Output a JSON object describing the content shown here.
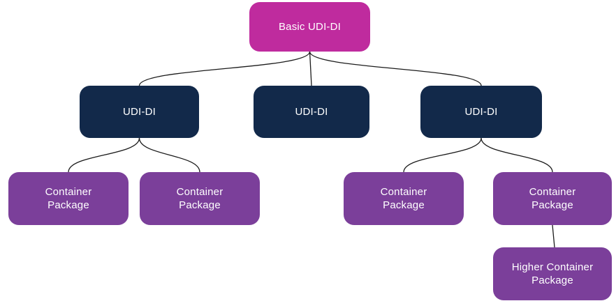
{
  "diagram": {
    "type": "hierarchy-tree",
    "background_color": "#ffffff",
    "connector_color": "#1a1a1a",
    "text_color": "#ffffff",
    "nodes": {
      "basic_udi_di": {
        "label": "Basic UDI-DI",
        "color": "#bf2b9e"
      },
      "udi_di_left": {
        "label": "UDI-DI",
        "color": "#12294a"
      },
      "udi_di_middle": {
        "label": "UDI-DI",
        "color": "#12294a"
      },
      "udi_di_right": {
        "label": "UDI-DI",
        "color": "#12294a"
      },
      "container_package_1": {
        "label": "Container\nPackage",
        "color": "#7b3f9a"
      },
      "container_package_2": {
        "label": "Container\nPackage",
        "color": "#7b3f9a"
      },
      "container_package_3": {
        "label": "Container\nPackage",
        "color": "#7b3f9a"
      },
      "container_package_4": {
        "label": "Container\nPackage",
        "color": "#7b3f9a"
      },
      "higher_container_package": {
        "label": "Higher Container\nPackage",
        "color": "#7b3f9a"
      }
    },
    "edges": [
      {
        "from": "basic_udi_di",
        "to": "udi_di_left"
      },
      {
        "from": "basic_udi_di",
        "to": "udi_di_middle"
      },
      {
        "from": "basic_udi_di",
        "to": "udi_di_right"
      },
      {
        "from": "udi_di_left",
        "to": "container_package_1"
      },
      {
        "from": "udi_di_left",
        "to": "container_package_2"
      },
      {
        "from": "udi_di_right",
        "to": "container_package_3"
      },
      {
        "from": "udi_di_right",
        "to": "container_package_4"
      },
      {
        "from": "container_package_4",
        "to": "higher_container_package"
      }
    ]
  }
}
